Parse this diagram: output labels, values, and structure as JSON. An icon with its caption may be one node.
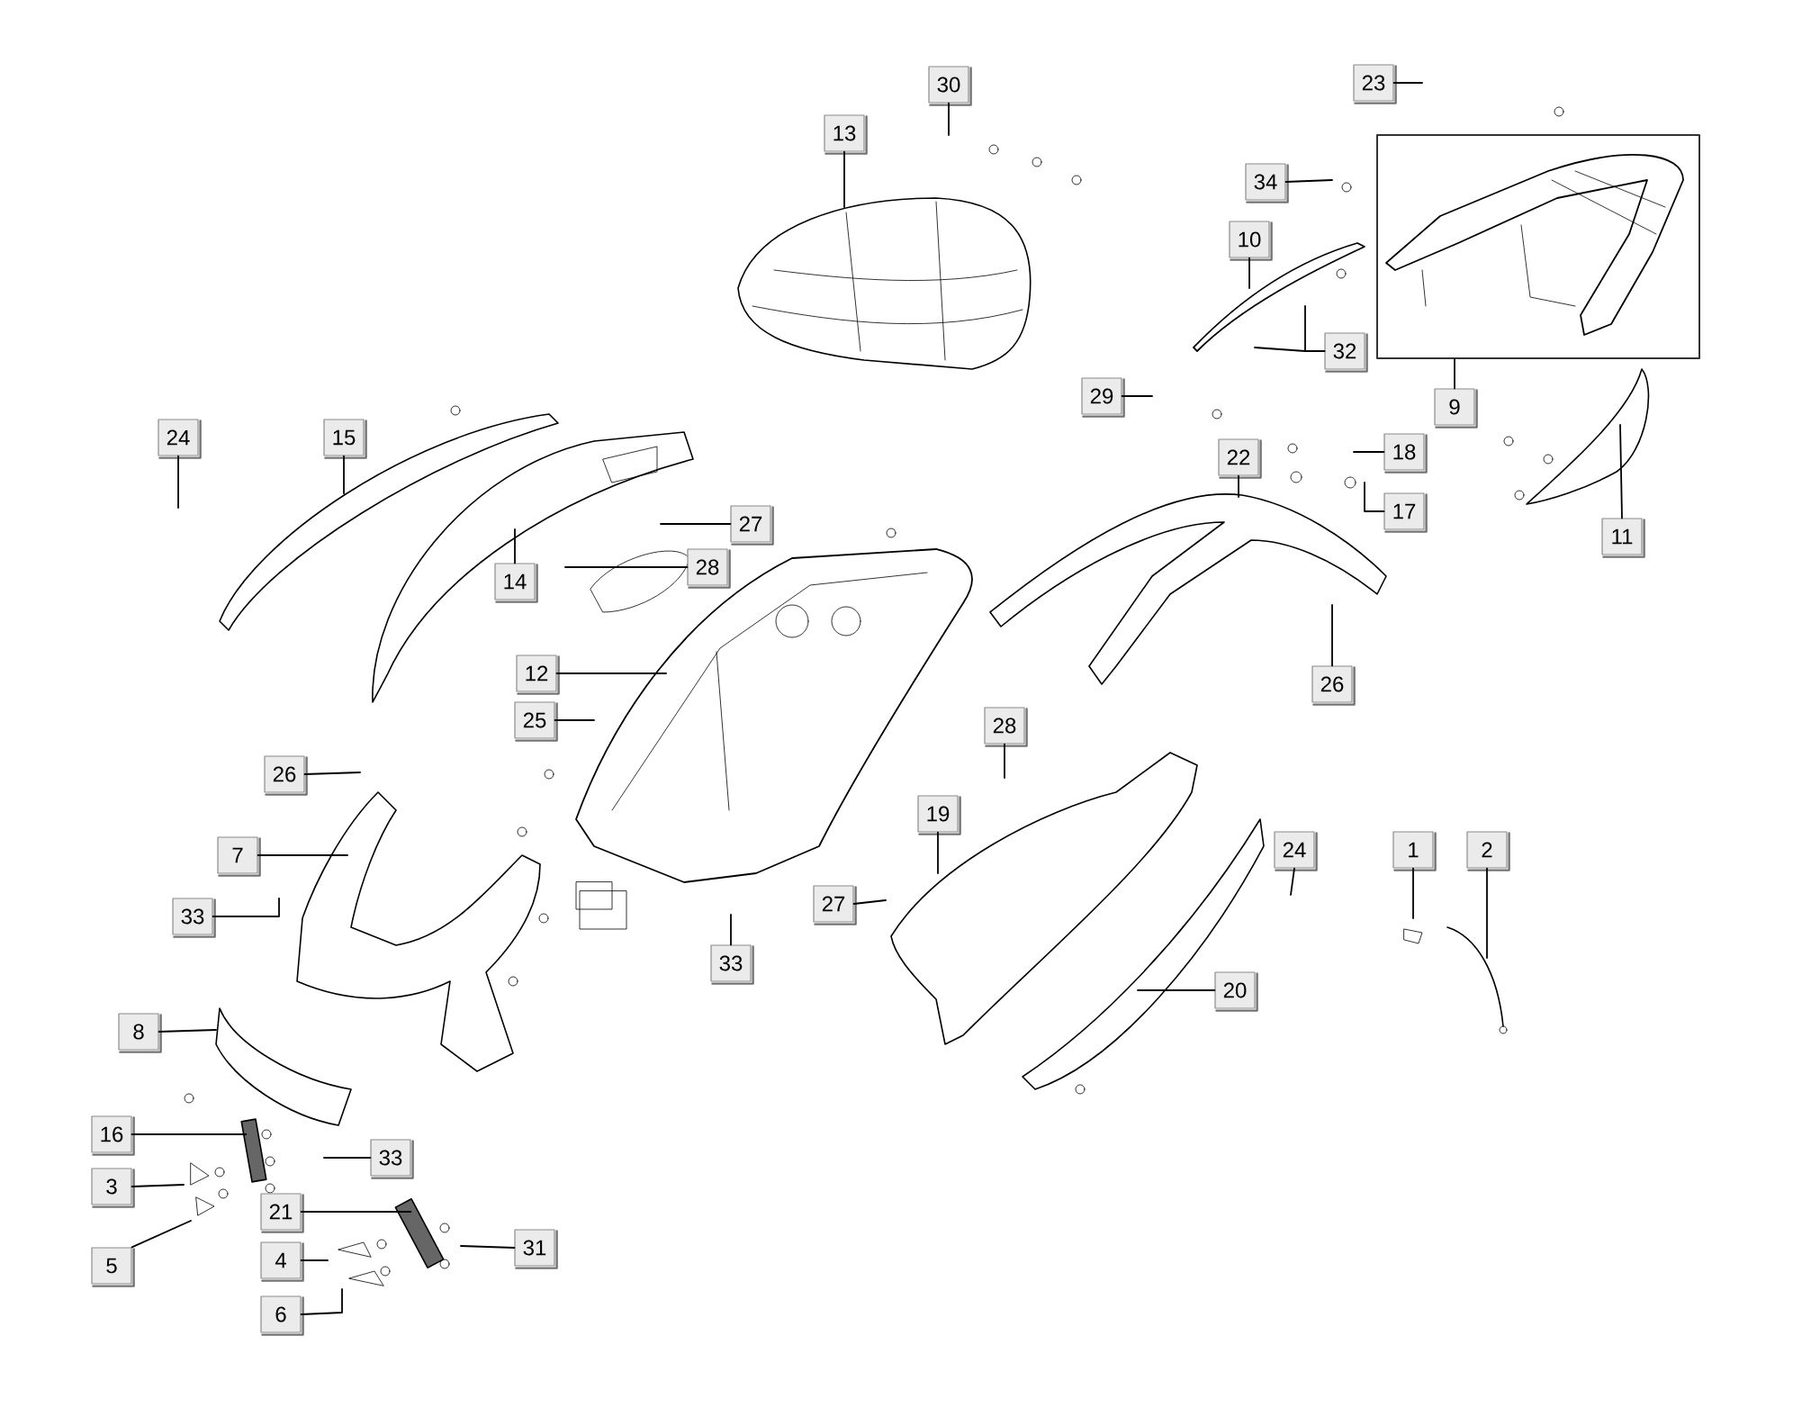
{
  "diagram": {
    "nodes": [
      {
        "text": [
          "30"
        ]
      },
      {
        "text": [
          "13"
        ]
      },
      {
        "text": [
          "23"
        ]
      },
      {
        "text": [
          "34"
        ]
      },
      {
        "text": [
          "10"
        ]
      },
      {
        "text": [
          "32"
        ]
      },
      {
        "text": [],
        "shape": "box"
      },
      {
        "text": [
          "9"
        ]
      },
      {
        "text": [
          "29"
        ]
      },
      {
        "text": [
          "24"
        ]
      },
      {
        "text": [
          "15"
        ]
      },
      {
        "text": [
          "22"
        ]
      },
      {
        "text": [
          "18"
        ]
      },
      {
        "text": [
          "17"
        ]
      },
      {
        "text": [
          "11"
        ]
      },
      {
        "text": [
          "27"
        ]
      },
      {
        "text": [
          "28"
        ]
      },
      {
        "text": [
          "14"
        ]
      },
      {
        "text": [
          "12"
        ]
      },
      {
        "text": [
          "25"
        ]
      },
      {
        "text": [
          "26"
        ]
      },
      {
        "text": [
          "28"
        ]
      },
      {
        "text": [
          "26"
        ]
      },
      {
        "text": [
          "19"
        ]
      },
      {
        "text": [
          "24"
        ]
      },
      {
        "text": [
          "7"
        ]
      },
      {
        "text": [
          "1"
        ]
      },
      {
        "text": [
          "2"
        ]
      },
      {
        "text": [
          "27"
        ]
      },
      {
        "text": [
          "33"
        ]
      },
      {
        "text": [
          "33"
        ]
      },
      {
        "text": [
          "20"
        ]
      },
      {
        "text": [
          "8"
        ]
      },
      {
        "text": [
          "16"
        ]
      },
      {
        "text": [
          "33"
        ]
      },
      {
        "text": [
          "3"
        ]
      },
      {
        "text": [
          "21"
        ]
      },
      {
        "text": [
          "5"
        ]
      },
      {
        "text": [
          "4"
        ]
      },
      {
        "text": [
          "31"
        ]
      },
      {
        "text": [
          "6"
        ]
      },
      {
        "text": [],
        "shape": "bar"
      },
      {
        "text": [],
        "shape": "bar"
      }
    ],
    "edges": [
      {
        "from": 0,
        "to": null,
        "arrow": "none"
      },
      {
        "from": 1,
        "to": null,
        "arrow": "none"
      },
      {
        "from": 2,
        "to": null,
        "arrow": "none"
      },
      {
        "from": 3,
        "to": null,
        "arrow": "none"
      },
      {
        "from": 4,
        "to": null,
        "arrow": "none"
      },
      {
        "from": 5,
        "to": null,
        "arrow": "none"
      },
      {
        "from": 5,
        "to": null,
        "arrow": "none"
      },
      {
        "from": 7,
        "to": 6,
        "arrow": "none"
      },
      {
        "from": 8,
        "to": null,
        "arrow": "none"
      },
      {
        "from": 9,
        "to": null,
        "arrow": "none"
      },
      {
        "from": 10,
        "to": null,
        "arrow": "none"
      },
      {
        "from": 11,
        "to": null,
        "arrow": "none"
      },
      {
        "from": 12,
        "to": null,
        "arrow": "none"
      },
      {
        "from": 13,
        "to": null,
        "arrow": "none"
      },
      {
        "from": 14,
        "to": null,
        "arrow": "none"
      },
      {
        "from": 15,
        "to": null,
        "arrow": "none"
      },
      {
        "from": 16,
        "to": null,
        "arrow": "none"
      },
      {
        "from": 17,
        "to": null,
        "arrow": "none"
      },
      {
        "from": 18,
        "to": null,
        "arrow": "none"
      },
      {
        "from": 19,
        "to": null,
        "arrow": "none"
      },
      {
        "from": 20,
        "to": null,
        "arrow": "none"
      },
      {
        "from": 21,
        "to": null,
        "arrow": "none"
      },
      {
        "from": 22,
        "to": null,
        "arrow": "none"
      },
      {
        "from": 23,
        "to": null,
        "arrow": "none"
      },
      {
        "from": 24,
        "to": null,
        "arrow": "none"
      },
      {
        "from": 25,
        "to": null,
        "arrow": "none"
      },
      {
        "from": 26,
        "to": null,
        "arrow": "none"
      },
      {
        "from": 27,
        "to": null,
        "arrow": "none"
      },
      {
        "from": 28,
        "to": null,
        "arrow": "none"
      },
      {
        "from": 29,
        "to": null,
        "arrow": "none"
      },
      {
        "from": 30,
        "to": null,
        "arrow": "none"
      },
      {
        "from": 31,
        "to": null,
        "arrow": "none"
      },
      {
        "from": 32,
        "to": null,
        "arrow": "none"
      },
      {
        "from": 33,
        "to": 41,
        "arrow": "none"
      },
      {
        "from": 34,
        "to": null,
        "arrow": "none"
      },
      {
        "from": 35,
        "to": null,
        "arrow": "none"
      },
      {
        "from": 36,
        "to": 42,
        "arrow": "none"
      },
      {
        "from": 37,
        "to": null,
        "arrow": "none"
      },
      {
        "from": 38,
        "to": null,
        "arrow": "none"
      },
      {
        "from": 39,
        "to": null,
        "arrow": "none"
      },
      {
        "from": 40,
        "to": null,
        "arrow": "none"
      }
    ]
  }
}
